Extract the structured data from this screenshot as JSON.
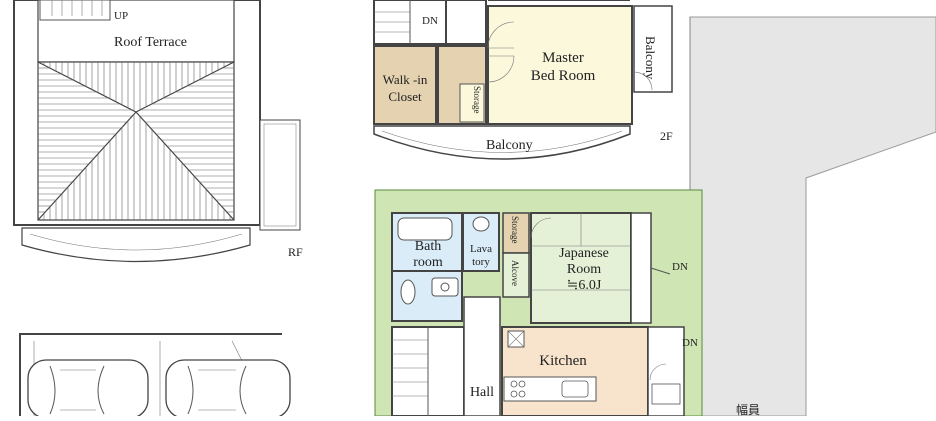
{
  "floors": {
    "rf": {
      "floor_label": "RF",
      "rooms": {
        "roof_terrace": "Roof Terrace"
      },
      "stair_label": "UP"
    },
    "second": {
      "floor_label": "2F",
      "rooms": {
        "master_line1": "Master",
        "master_line2": "Bed Room",
        "walkin_line1": "Walk -in",
        "walkin_line2": "Closet",
        "storage": "Storage",
        "balcony_bottom": "Balcony",
        "balcony_right": "Balcony"
      },
      "stair_label": "DN"
    },
    "first": {
      "rooms": {
        "bath_line1": "Bath",
        "bath_line2": "room",
        "lava_line1": "Lava",
        "lava_line2": "tory",
        "storage": "Storage",
        "alcove": "Alcove",
        "japanese_line1": "Japanese",
        "japanese_line2": "Room",
        "japanese_line3": "≒6.0J",
        "kitchen": "Kitchen",
        "hall": "Hall"
      },
      "dn_labels": [
        "DN",
        "DN"
      ]
    }
  },
  "site": {
    "street_label": "幅員"
  },
  "colors": {
    "wall": "#444444",
    "closet_fill": "#e4d2b0",
    "master_fill": "#fbf8dc",
    "bath_fill": "#d9ecf7",
    "tatami_fill": "#e4f1d6",
    "kitchen_fill": "#f8e4cc",
    "garden_fill": "#cfe6b4",
    "road_fill": "#e6e6e6"
  }
}
